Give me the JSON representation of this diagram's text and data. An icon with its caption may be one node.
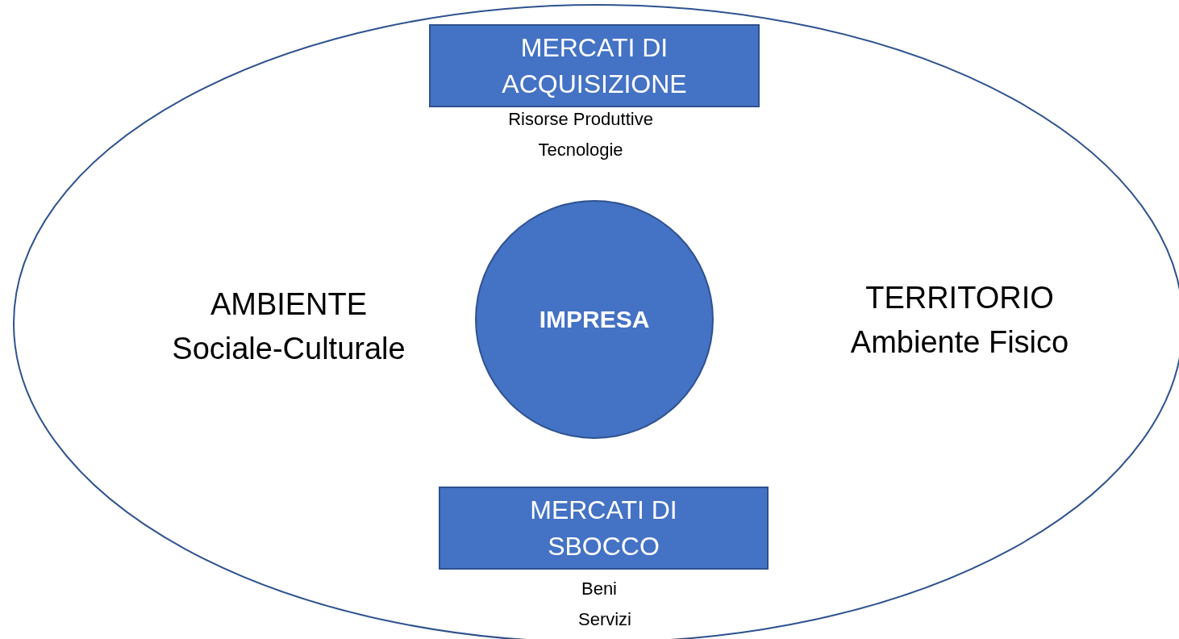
{
  "diagram": {
    "nodes": [
      {
        "text": [
          "AMBIENTE Sociale-Culturale",
          "TERRITORIO Ambiente Fisico"
        ]
      },
      {
        "text": [
          "MERCATI DI ACQUISIZIONE"
        ],
        "in": 0,
        "beside": [
          "Risorse Produttive",
          "Tecnologie"
        ]
      },
      {
        "text": [
          "IMPRESA"
        ],
        "in": 0
      },
      {
        "text": [
          "MERCATI DI SBOCCO"
        ],
        "in": 0,
        "beside": [
          "Beni",
          "Servizi"
        ]
      }
    ]
  }
}
